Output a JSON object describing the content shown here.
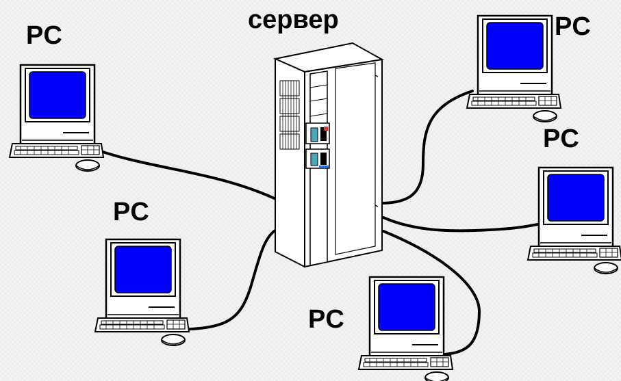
{
  "diagram": {
    "server_label": "сервер",
    "pc_labels": [
      "PC",
      "PC",
      "PC",
      "PC",
      "PC"
    ]
  },
  "colors": {
    "screen": "#0000ff",
    "cable": "#000000",
    "casing": "#ffffff"
  }
}
